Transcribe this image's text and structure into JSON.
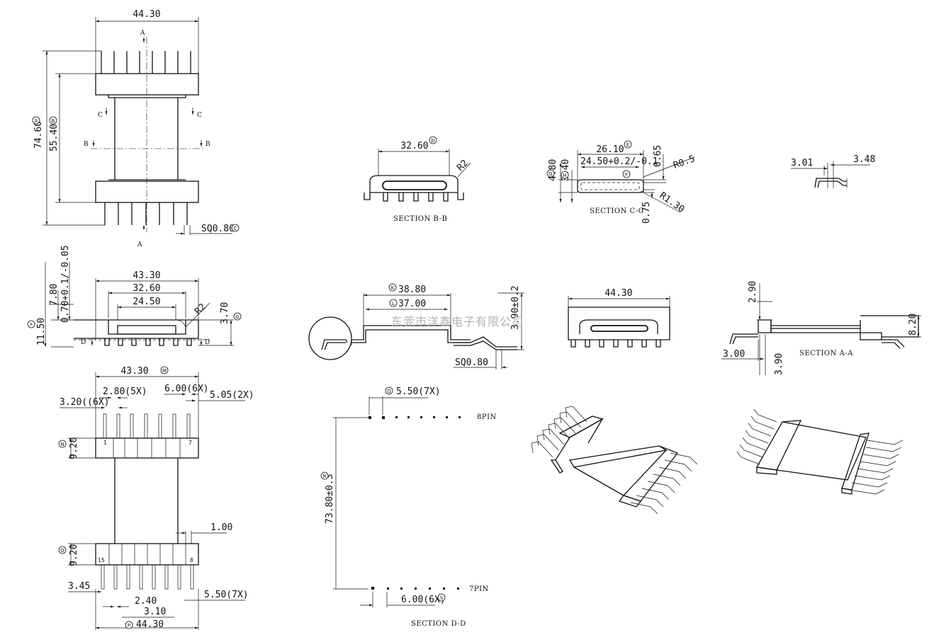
{
  "watermark": "东莞市洋鑫电子有限公司",
  "top_view": {
    "width": "44.30",
    "height_a": "74.60",
    "height_b": "55.40",
    "pin_sq": "SQ0.80",
    "cut_a": "A",
    "cut_b": "B",
    "cut_c": "C",
    "ref_height_a": "A",
    "ref_height_b": "B",
    "ref_pin": "C"
  },
  "side_view": {
    "width": "43.30",
    "inner": "32.60",
    "slot": "24.50",
    "radius": "R2",
    "h1": "7.80",
    "h2": "0.70+0.1/-0.05",
    "h3": "11.50",
    "h4": "3.70",
    "cut_d": "D",
    "ref_h3": "F",
    "ref_h4": "G"
  },
  "bottom_view": {
    "width_top": "43.30",
    "ref_width_top": "M",
    "pitch_a": "3.20((6X)",
    "pitch_b": "2.80(5X)",
    "pitch_c": "6.00(6X)",
    "pitch_d": "5.05(2X)",
    "flange_h_top": "9.20",
    "ref_flange_top": "N",
    "flange_h_bottom": "9.20",
    "ref_flange_bottom": "O",
    "offset": "1.00",
    "d1": "3.45",
    "d2": "2.40",
    "d3": "3.10",
    "d4": "5.50(7X)",
    "width_bottom": "44.30",
    "ref_width_bottom": "P",
    "pin_1": "1",
    "pin_7": "7",
    "pin_15": "15",
    "pin_8": "8"
  },
  "section_bb": {
    "label": "SECTION B-B",
    "width": "32.60",
    "ref_width": "D",
    "radius": "R2"
  },
  "section_cc": {
    "label": "SECTION C-C",
    "width": "26.10",
    "ref_width": "E",
    "inner": "24.50+0.2/-0.1",
    "ref_inner": "F",
    "h_outer": "4.80",
    "ref_h_outer": "G",
    "h_inner": "3.40",
    "ref_h_inner": "H",
    "wall": "0.65",
    "radius_out": "R0.5",
    "radius_in": "R1.30",
    "bottom": "0.75"
  },
  "pin_detail": {
    "left": "3.01",
    "right": "3.48"
  },
  "profile_view": {
    "length_a": "38.80",
    "ref_length_a": "K",
    "length_b": "37.00",
    "ref_length_b": "L",
    "height": "3.90±0.2",
    "pin_sq": "SQ0.80"
  },
  "front_view": {
    "width": "44.30"
  },
  "section_aa": {
    "label": "SECTION A-A",
    "top": "2.90",
    "height": "8.20",
    "left": "3.00",
    "bottom": "3.90"
  },
  "section_dd": {
    "label": "SECTION D-D",
    "pitch_top": "5.50(7X)",
    "ref_pitch_top": "Q",
    "span": "73.80±0.3",
    "ref_span": "R",
    "pitch_bottom": "6.00(6X)",
    "ref_pitch_bottom": "S",
    "row_top": "8PIN",
    "row_bottom": "7PIN"
  }
}
